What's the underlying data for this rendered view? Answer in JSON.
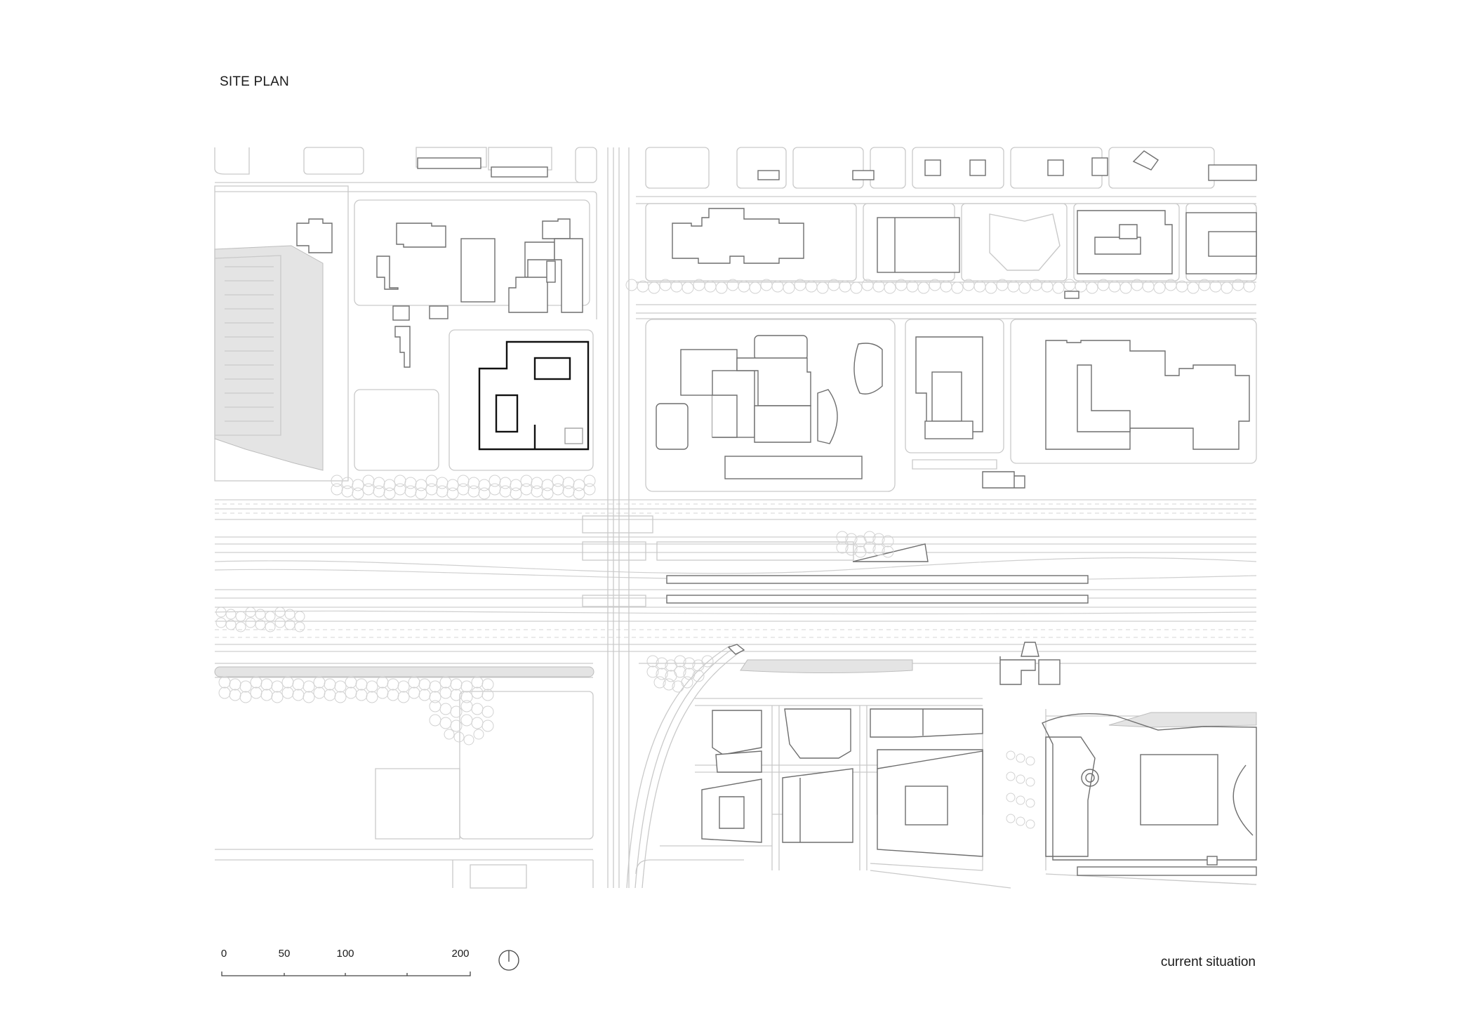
{
  "title": "SITE PLAN",
  "caption": "current situation",
  "scale_bar": {
    "ticks": [
      {
        "label": "0",
        "value": 0
      },
      {
        "label": "50",
        "value": 50
      },
      {
        "label": "100",
        "value": 100
      },
      {
        "label": "200",
        "value": 200
      }
    ]
  },
  "north_arrow": "north-arrow-icon"
}
